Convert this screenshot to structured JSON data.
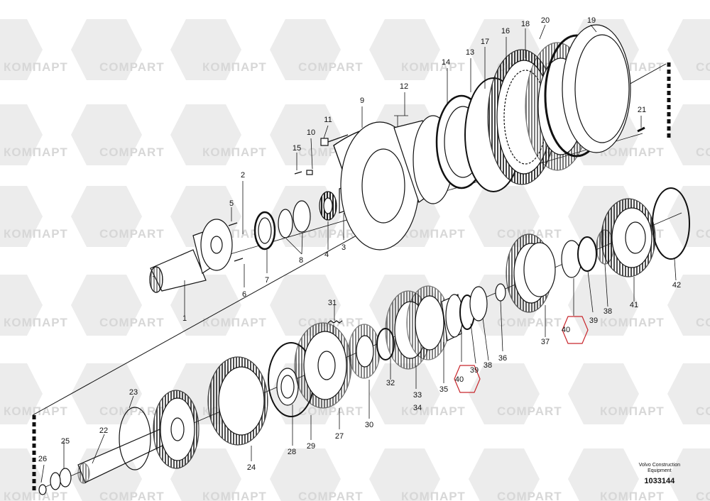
{
  "watermark": {
    "cyrillic": "КОМПАРТ",
    "latin": "COMPART",
    "color": "#d7d7d7"
  },
  "drawing": {
    "line_color": "#111111",
    "highlight_color": "#c8262c",
    "part_numbers": [
      "1",
      "2",
      "3",
      "4",
      "5",
      "6",
      "7",
      "8",
      "9",
      "10",
      "11",
      "12",
      "13",
      "14",
      "15",
      "16",
      "17",
      "18",
      "19",
      "20",
      "21",
      "22",
      "23",
      "24",
      "25",
      "26",
      "27",
      "28",
      "29",
      "30",
      "31",
      "32",
      "33",
      "34",
      "35",
      "36",
      "37",
      "38",
      "39",
      "40",
      "41",
      "42"
    ],
    "highlighted_callouts": [
      "40",
      "40"
    ]
  },
  "caption": {
    "line1": "Volvo Construction",
    "line2": "Equipment",
    "drawing_id": "1033144"
  }
}
